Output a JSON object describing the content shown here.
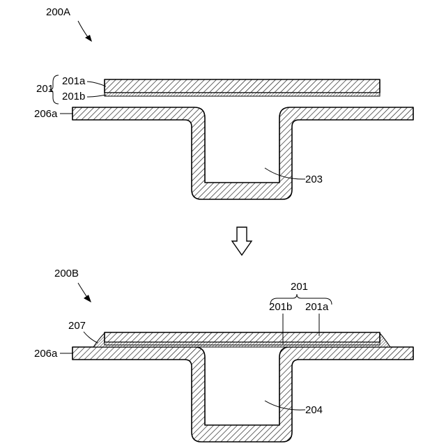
{
  "figure_a": {
    "label": "200A",
    "film_label": "201",
    "film_top_label": "201a",
    "film_bottom_label": "201b",
    "flange_label": "206a",
    "cavity_label": "203"
  },
  "figure_b": {
    "label": "200B",
    "film_label": "201",
    "film_bottom_label": "201b",
    "film_top_label": "201a",
    "sealant_label": "207",
    "flange_label": "206a",
    "cavity_label": "204"
  }
}
